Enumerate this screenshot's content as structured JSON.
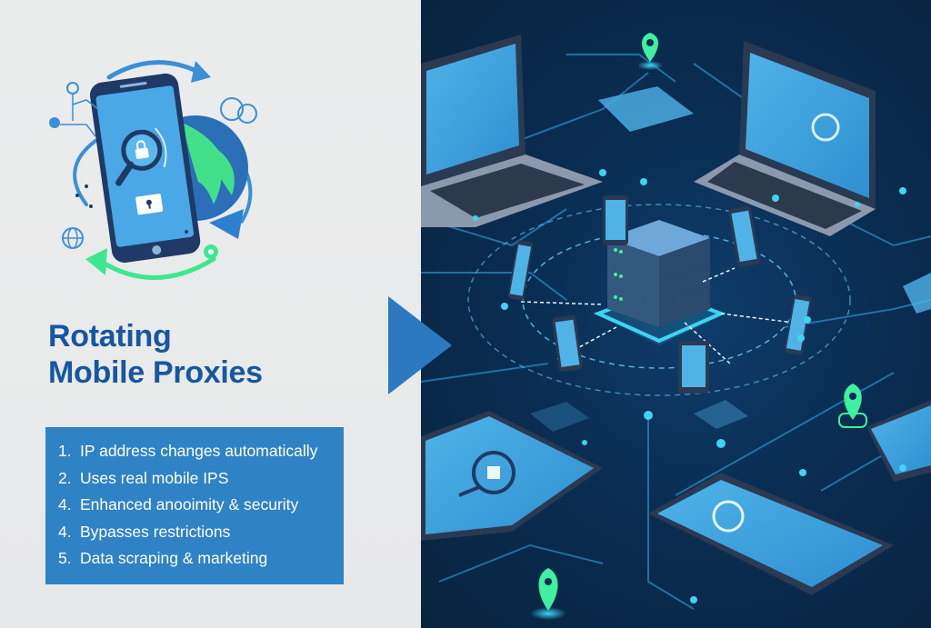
{
  "title": {
    "line1": "Rotating",
    "line2": "Mobile Proxies"
  },
  "features": [
    {
      "number": "1.",
      "text": "IP address changes automatically"
    },
    {
      "number": "2.",
      "text": "Uses real mobile IPS"
    },
    {
      "number": "4.",
      "text": "Enhanced anooimity & security"
    },
    {
      "number": "4.",
      "text": "Bypasses restrictions"
    },
    {
      "number": "5.",
      "text": "Data scraping & marketing"
    }
  ],
  "colors": {
    "title": "#1756a0",
    "feature_box": "#2f82c4",
    "arrow": "#2c79c0",
    "network_bg": "#0a2d52",
    "glow_cyan": "#3fd4f0",
    "pin_green": "#3ff0a0"
  },
  "illustration": {
    "left_icons": [
      "smartphone-icon",
      "magnifier-icon",
      "padlock-icon",
      "globe-icon",
      "rotation-arrows-icon",
      "cloud-icon",
      "network-globe-icon",
      "user-icon"
    ],
    "right_icons": [
      "laptop-icon",
      "server-stack-icon",
      "smartphone-icon",
      "tablet-icon",
      "location-pin-icon"
    ]
  }
}
